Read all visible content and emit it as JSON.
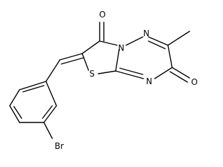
{
  "molecule": {
    "atoms": {
      "oxygen_top": "O",
      "oxygen_right": "O",
      "nitrogen_bridge": "N",
      "nitrogen_upper": "N",
      "nitrogen_lower": "N",
      "sulfur": "S",
      "bromine": "Br"
    },
    "bond_color": "#000000",
    "background_color": "#ffffff"
  }
}
